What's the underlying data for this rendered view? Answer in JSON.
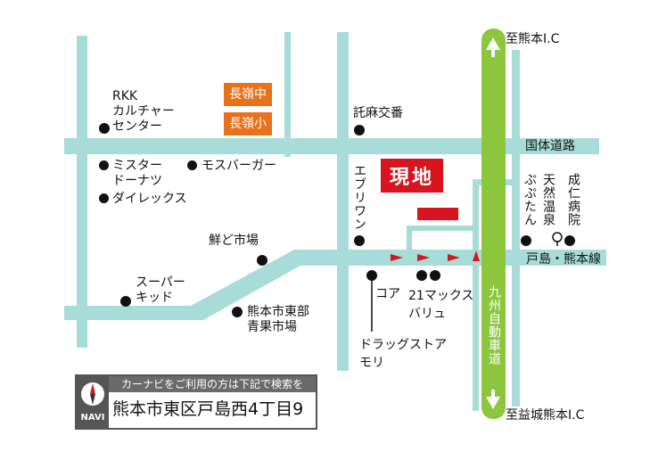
{
  "destination": "現地",
  "roads": {
    "kokutai": "国体道路",
    "toshima_kumamoto": "戸島・熊本線",
    "expressway": "九州自動車道",
    "to_kumamoto_ic": "至熊本I.C",
    "to_mashiki_ic": "至益城熊本I.C"
  },
  "schools": [
    "長嶺中",
    "長嶺小"
  ],
  "landmarks": {
    "rkk": "RKK\nカルチャー\nセンター",
    "tanrai": "託麻交番",
    "mister_donut": "ミスター\nドーナツ",
    "mos": "モスバーガー",
    "direx": "ダイレックス",
    "everywan": "エブリワン",
    "tennen_onsen": "天然温泉",
    "pupu": "ぷぷたん",
    "seijin": "成仁病院",
    "sendo": "鮮ど市場",
    "super_kid": "スーパー\nキッド",
    "seika": "熊本市東部\n青果市場",
    "core": "コア",
    "maxvalu": "21マックス\nバリュ",
    "drugstore": "ドラッグストア\nモリ"
  },
  "navi": {
    "label": "NAVI",
    "hint": "カーナビをご利用の方は下記で検索を",
    "address": "熊本市東区戸島西4丁目9"
  },
  "colors": {
    "road": "#a8dcd8",
    "expressway": "#8cc63f",
    "destination": "#d8141e",
    "school": "#e8721c"
  }
}
